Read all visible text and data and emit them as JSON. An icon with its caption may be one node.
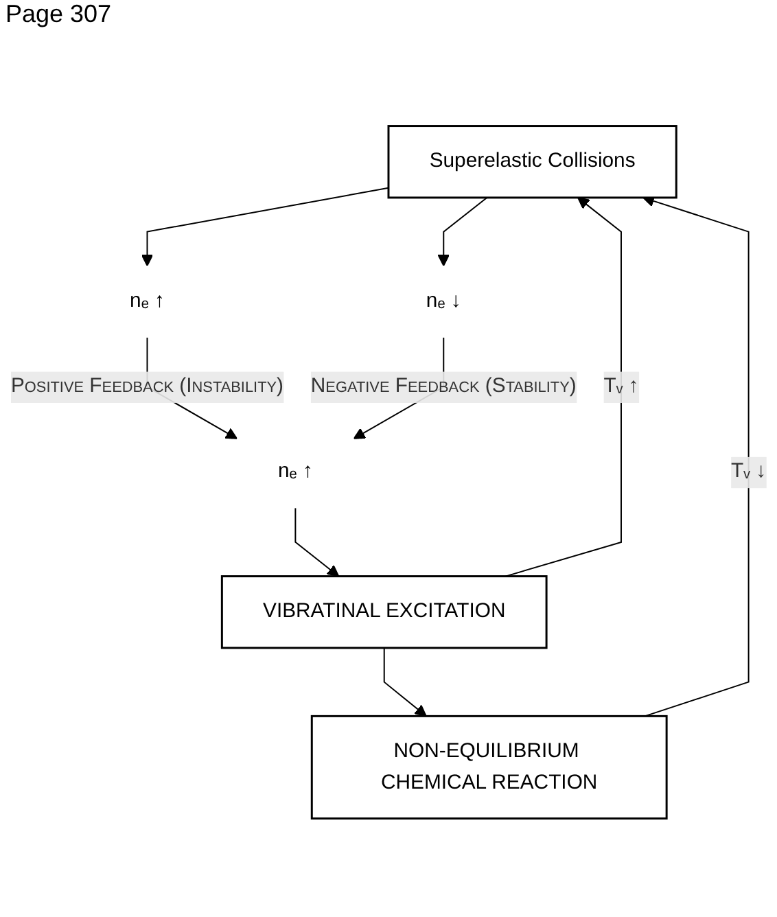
{
  "diagram": {
    "nodes": [
      {
        "text": [
          "Superelastic Collisions"
        ]
      },
      {
        "text": [
          "VIBRATINAL EXCITATION"
        ]
      },
      {
        "text": [
          "NON-EQUILIBRIUM CHEMICAL REACTION"
        ]
      },
      {
        "text": [
          "nₑ ↑"
        ]
      },
      {
        "text": [
          "nₑ ↓"
        ]
      },
      {
        "text": [
          "nₑ ↑"
        ]
      }
    ],
    "edges": [
      {
        "from": 0,
        "to": 3,
        "arrow": "to"
      },
      {
        "from": 3,
        "to": 5,
        "arrow": "to",
        "label": "Positive Feedback (Instability)"
      },
      {
        "from": 5,
        "to": 1,
        "arrow": "to"
      },
      {
        "from": 1,
        "to": 0,
        "arrow": "to",
        "label": "Tᵥ ↑"
      },
      {
        "from": 1,
        "to": 2,
        "arrow": "to"
      },
      {
        "from": 2,
        "to": 0,
        "arrow": "to",
        "label": "Tᵥ ↓"
      },
      {
        "from": 0,
        "to": 4,
        "arrow": "to"
      },
      {
        "from": 4,
        "to": 5,
        "arrow": "to",
        "label": "Negative Feedback (Stability)"
      }
    ],
    "labels": [
      "Page 307"
    ]
  }
}
